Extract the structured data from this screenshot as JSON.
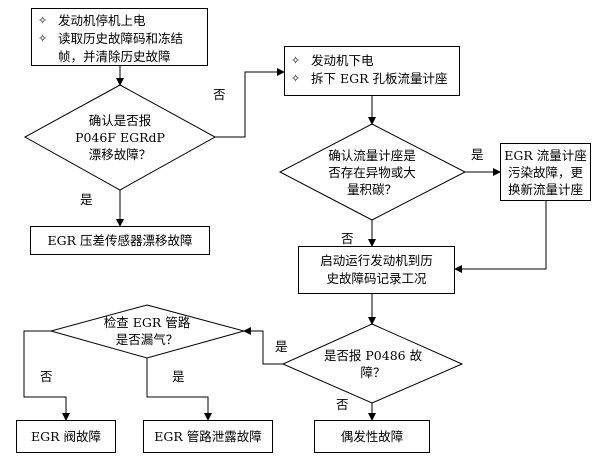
{
  "box_start": {
    "bullet_icon": "hollow-diamond-bullet",
    "items": [
      "发动机停机上电",
      "读取历史故障码和冻结",
      "帧，并清除历史故障"
    ]
  },
  "diamond_p046f": "确认是否报\nP046F EGRdP\n漂移故障？",
  "box_sensor_drift": "EGR 压差传感器漂移故障",
  "box_power_off": {
    "items": [
      "发动机下电",
      "拆下 EGR 孔板流量计座"
    ]
  },
  "diamond_flowmeter": "确认流量计座是\n否存在异物或大\n量积碳？",
  "box_replace": "EGR 流量计座\n污染故障，更\n换新流量计座",
  "box_run_engine": "启动运行发动机到历\n史故障码记录工况",
  "diamond_p0486": "是否报 P0486 故\n障？",
  "diamond_pipe": "检查 EGR 管路\n是否漏气？",
  "box_valve": "EGR 阀故障",
  "box_pipe_leak": "EGR 管路泄露故障",
  "box_intermittent": "偶发性故障",
  "labels": {
    "yes": "是",
    "no": "否"
  }
}
